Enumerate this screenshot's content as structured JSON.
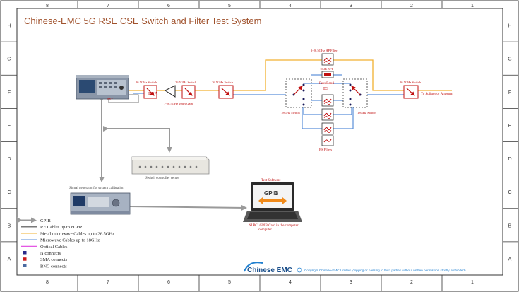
{
  "title": "Chinese-EMC 5G RSE CSE Switch and Filter Test System",
  "frame": {
    "cols": [
      "8",
      "7",
      "6",
      "5",
      "4",
      "3",
      "2",
      "1"
    ],
    "rows": [
      "H",
      "G",
      "F",
      "E",
      "D",
      "C",
      "B",
      "A"
    ]
  },
  "labels": {
    "sw1": "26.5GHz Switch",
    "sw2": "26.5GHz Switch",
    "sw3": "26.5GHz Switch",
    "sw4": "26.5GHz Switch",
    "lna": "LNA",
    "gain": "1-26.5GHz 20dB Gain",
    "hpf": "3-26.5GHz HP Filter",
    "att": "10dB ATT",
    "passband": "Pass Band",
    "bs": "BS",
    "sw18a": "18GHz Switch",
    "sw18b": "18GHz Switch",
    "bsfilters": "BS Filters",
    "dst": "To Splitter or Antenna",
    "ssv": "SSV",
    "swctrl": "Switch controller center",
    "siggen": "Signal generator for system calibration",
    "testsw": "Test Software",
    "gpibScreen": "GPIB",
    "card": "NI PCI GPIB Card in the computer"
  },
  "legend": [
    {
      "label": "GPIB",
      "kind": "gpib",
      "color": "#9a9a9a"
    },
    {
      "label": "RF Cables up to 8GHz",
      "kind": "rf",
      "color": "#7a7a7a"
    },
    {
      "label": "Metal microwave Cables up to 26.5GHz",
      "kind": "metal",
      "color": "#f2b030"
    },
    {
      "label": "Microwave Cables up to 18GHz",
      "kind": "micro",
      "color": "#5b8fd9"
    },
    {
      "label": "Optical Cables",
      "kind": "optical",
      "color": "#e040e0"
    },
    {
      "label": "N connects",
      "kind": "n",
      "color": "#2a2a8a"
    },
    {
      "label": "SMA connects",
      "kind": "sma",
      "color": "#cc1a1a"
    },
    {
      "label": "BNC connects",
      "kind": "bnc",
      "color": "#4a6aa0"
    }
  ],
  "footer": {
    "logo": "Chinese EMC",
    "copyright": "Copyright Chinese-EMC Limited (copying or passing to third parties without written permission strictly prohibited)"
  },
  "colors": {
    "title": "#a0522d",
    "orange": "#f2b030",
    "blue": "#5b8fd9",
    "gray": "#9a9a9a",
    "red": "#c01010"
  }
}
